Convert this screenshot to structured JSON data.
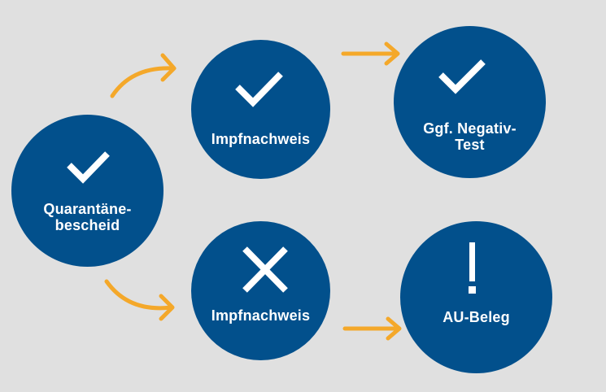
{
  "colors": {
    "background": "#e0e0e0",
    "node_fill": "#02508c",
    "node_text": "#ffffff",
    "arrow": "#f4a82a"
  },
  "nodes": {
    "quarantaene": {
      "label": "Quarantäne-\nbescheid",
      "icon": "check-icon"
    },
    "impf_top": {
      "label": "Impfnachweis",
      "icon": "check-icon"
    },
    "negativ": {
      "label": "Ggf. Negativ-\nTest",
      "icon": "check-icon"
    },
    "impf_bottom": {
      "label": "Impfnachweis",
      "icon": "cross-icon"
    },
    "au": {
      "label": "AU-Beleg",
      "icon": "exclamation-icon"
    }
  },
  "edges": [
    {
      "from": "quarantaene",
      "to": "impf_top"
    },
    {
      "from": "impf_top",
      "to": "negativ"
    },
    {
      "from": "quarantaene",
      "to": "impf_bottom"
    },
    {
      "from": "impf_bottom",
      "to": "au"
    }
  ]
}
